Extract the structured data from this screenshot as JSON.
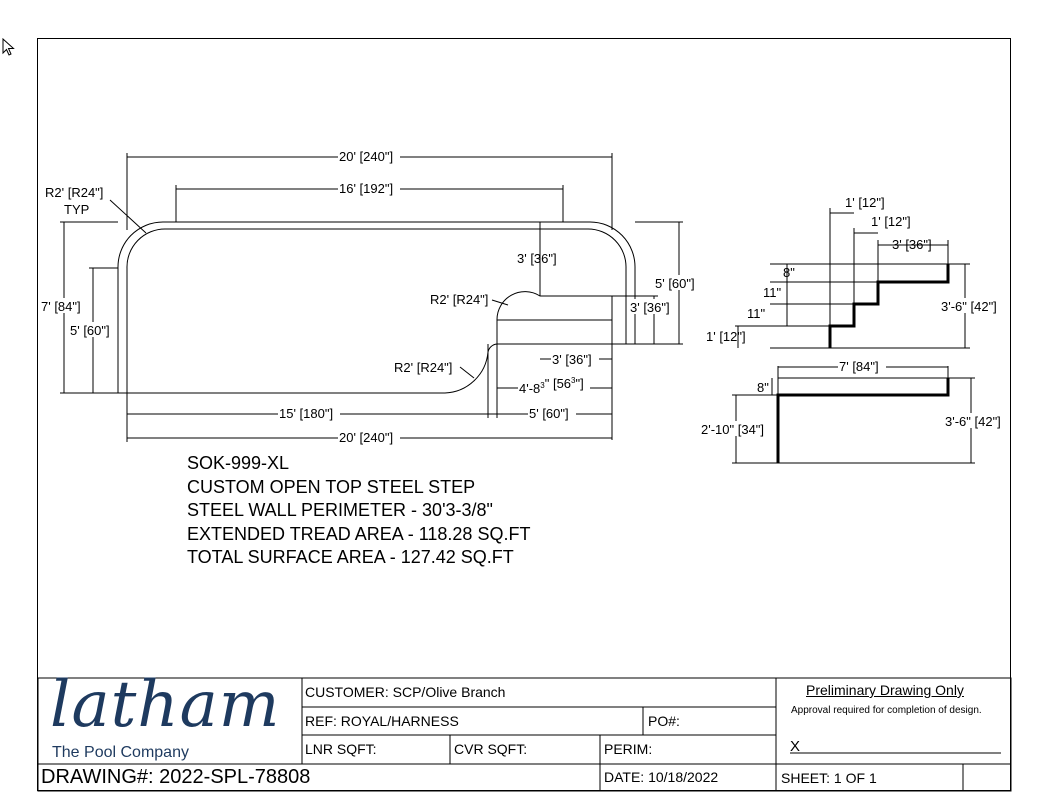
{
  "drawing_dims": {
    "top_width": "20' [240\"]",
    "inner_width": "16' [192\"]",
    "corner_radius": "R2' [R24\"]",
    "corner_typ": "TYP",
    "left_height": "7' [84\"]",
    "left_inner_height": "5' [60\"]",
    "step_notch_top": "3' [36\"]",
    "notch_radius_upper": "R2' [R24\"]",
    "notch_radius_lower": "R2' [R24\"]",
    "right_height_outer": "5' [60\"]",
    "right_height_inner": "3' [36\"]",
    "notch_width": "3' [36\"]",
    "notch_offset": "4'-8",
    "notch_offset_frac": "3",
    "notch_offset_den": "4",
    "notch_offset_in": "\" [56",
    "notch_offset_in2": "\"]",
    "bottom_left": "15' [180\"]",
    "bottom_right": "5' [60\"]",
    "bottom_total": "20' [240\"]",
    "side_tread1": "1' [12\"]",
    "side_tread2": "1' [12\"]",
    "side_tread3": "3' [36\"]",
    "side_rise1": "8\"",
    "side_rise2": "11\"",
    "side_rise3": "11\"",
    "side_rise4": "1' [12\"]",
    "side_total_height": "3'-6\" [42\"]",
    "open_top_width": "7' [84\"]",
    "open_top_rise": "8\"",
    "open_top_height": "2'-10\" [34\"]",
    "open_top_total": "3'-6\" [42\"]"
  },
  "notes": [
    "SOK-999-XL",
    "CUSTOM OPEN TOP STEEL STEP",
    "STEEL WALL PERIMETER - 30'3-3/8\"",
    "EXTENDED TREAD AREA - 118.28 SQ.FT",
    "TOTAL SURFACE AREA - 127.42 SQ.FT"
  ],
  "title_block": {
    "logo": "latham",
    "tagline": "The Pool Company",
    "customer_label": "CUSTOMER:",
    "customer": "SCP/Olive Branch",
    "ref_label": "REF:",
    "ref": "ROYAL/HARNESS",
    "po_label": "PO#:",
    "lnr_label": "LNR SQFT:",
    "cvr_label": "CVR SQFT:",
    "perim_label": "PERIM:",
    "drawing_label": "DRAWING#:",
    "drawing_no": "2022-SPL-78808",
    "date_label": "DATE:",
    "date": "10/18/2022",
    "prelim": "Preliminary Drawing Only",
    "approval": "Approval required for completion of design.",
    "sign_x": "X",
    "sheet_label": "SHEET:",
    "sheet": "1",
    "of_label": "OF",
    "sheet_total": "1"
  }
}
